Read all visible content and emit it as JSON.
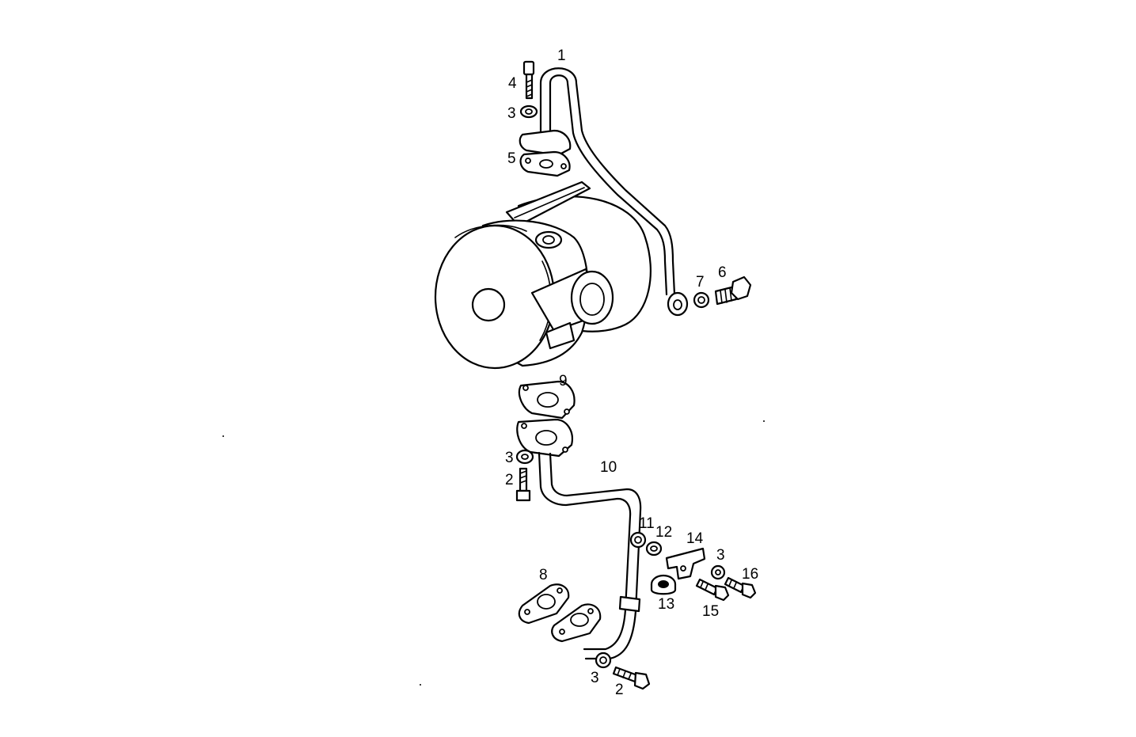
{
  "colors": {
    "ink": "#000000",
    "paper": "#ffffff"
  },
  "callouts": [
    {
      "id": "c1",
      "label": "1"
    },
    {
      "id": "c4",
      "label": "4"
    },
    {
      "id": "c3a",
      "label": "3"
    },
    {
      "id": "c5",
      "label": "5"
    },
    {
      "id": "c7",
      "label": "7"
    },
    {
      "id": "c6",
      "label": "6"
    },
    {
      "id": "c9",
      "label": "9"
    },
    {
      "id": "c3b",
      "label": "3"
    },
    {
      "id": "c2a",
      "label": "2"
    },
    {
      "id": "c10",
      "label": "10"
    },
    {
      "id": "c11",
      "label": "11"
    },
    {
      "id": "c12",
      "label": "12"
    },
    {
      "id": "c14",
      "label": "14"
    },
    {
      "id": "c3c",
      "label": "3"
    },
    {
      "id": "c16",
      "label": "16"
    },
    {
      "id": "c8",
      "label": "8"
    },
    {
      "id": "c13",
      "label": "13"
    },
    {
      "id": "c15",
      "label": "15"
    },
    {
      "id": "c3d",
      "label": "3"
    },
    {
      "id": "c2b",
      "label": "2"
    }
  ]
}
